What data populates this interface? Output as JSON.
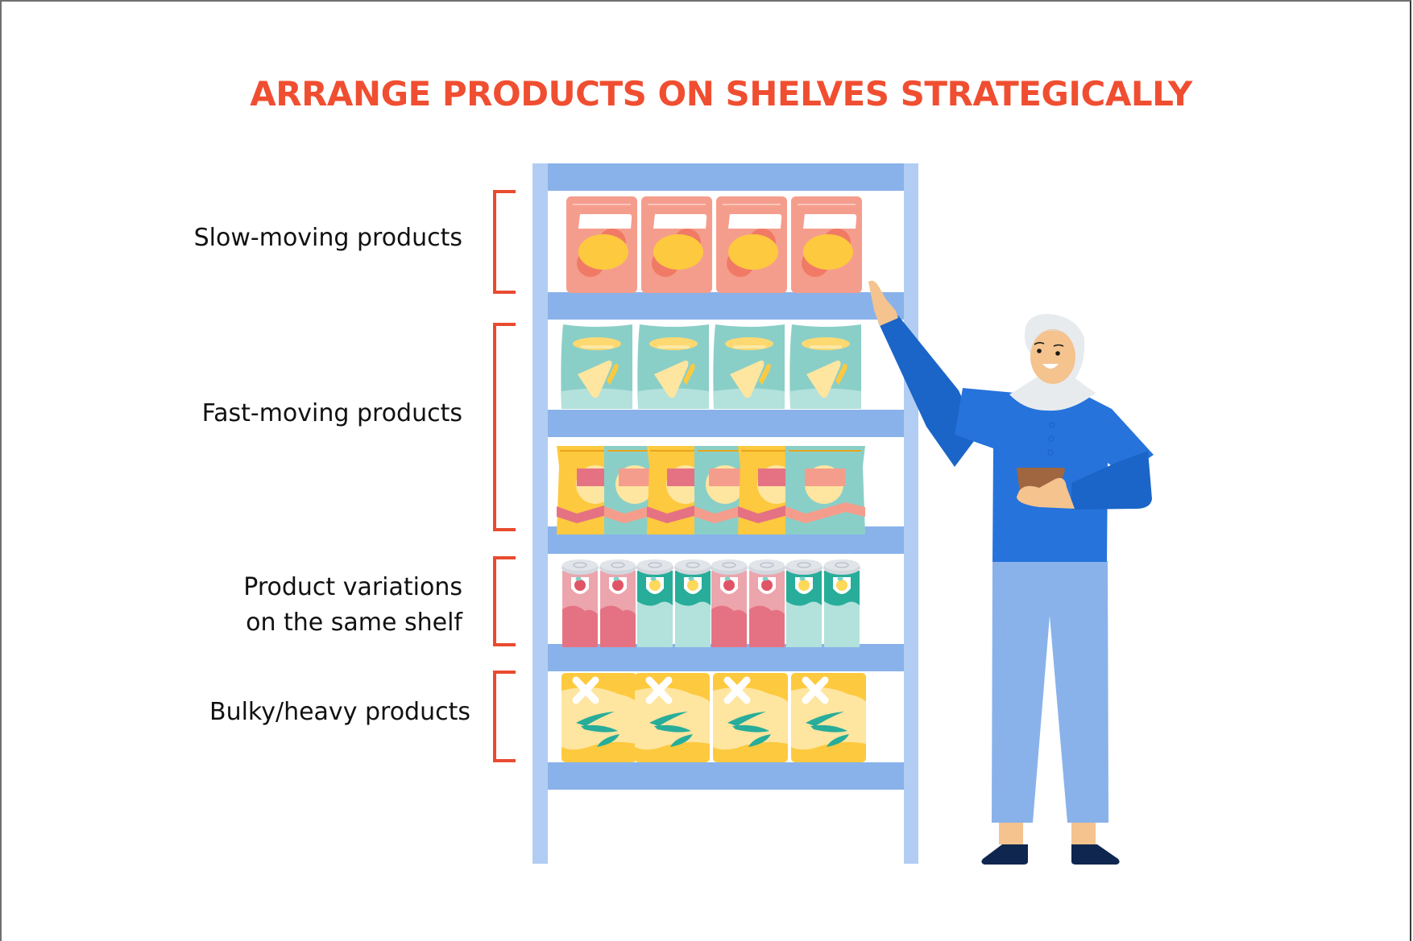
{
  "title": "ARRANGE PRODUCTS ON SHELVES STRATEGICALLY",
  "colors": {
    "title": "#f04e31",
    "bracket": "#e94b30",
    "shelf_beam": "#89b2ea",
    "shelf_upright": "#b2cdf3",
    "shirt": "#2673dc",
    "sleeve": "#1a65c7",
    "pants": "#89b2ea",
    "skin": "#f4c38e",
    "shoes": "#0f274f",
    "hijab": "#e8ebee"
  },
  "labels": [
    {
      "id": "slow",
      "lines": [
        "Slow-moving products"
      ]
    },
    {
      "id": "fast",
      "lines": [
        "Fast-moving products"
      ]
    },
    {
      "id": "variations",
      "lines": [
        "Product variations",
        "on the same shelf"
      ]
    },
    {
      "id": "bulky",
      "lines": [
        "Bulky/heavy products"
      ]
    }
  ],
  "shelves": [
    {
      "name": "top",
      "product": "boxed snack",
      "count": 4
    },
    {
      "name": "second",
      "product": "chip bag (teal)",
      "count": 4
    },
    {
      "name": "third",
      "product": "chip bag (yellow/teal)",
      "count": 6
    },
    {
      "name": "fourth",
      "product": "canned goods",
      "count": 8
    },
    {
      "name": "bottom",
      "product": "large sack",
      "count": 4
    }
  ],
  "figure": {
    "pose": "pointing at top shelf",
    "holding": "tablet"
  }
}
